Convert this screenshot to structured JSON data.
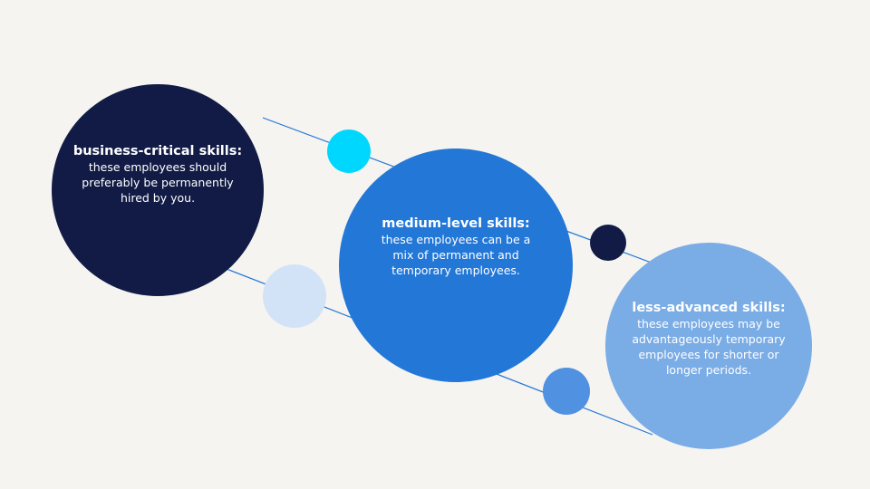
{
  "colors": {
    "background": "#f5f4f0",
    "navy": "#111b45",
    "blue": "#2277d7",
    "light_blue": "#7aace6",
    "cyan": "#00d7fe",
    "pale_blue": "#d3e3f7",
    "mid_blue": "#5091e1",
    "connector": "#2277d7"
  },
  "nodes": [
    {
      "title": "business-critical skills:",
      "lines": [
        "these employees should",
        "preferably be permanently",
        "hired by you."
      ]
    },
    {
      "title": "medium-level skills:",
      "lines": [
        "these employees can be a",
        "mix of permanent and",
        "temporary employees."
      ]
    },
    {
      "title": "less-advanced skills:",
      "lines": [
        "these employees may be",
        "advantageously temporary",
        "employees for shorter or",
        "longer periods."
      ]
    }
  ]
}
